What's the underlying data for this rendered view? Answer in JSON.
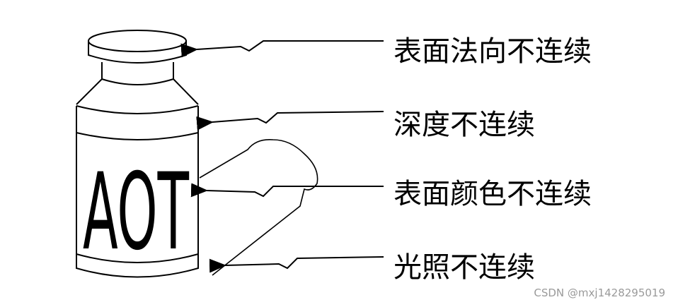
{
  "bottle": {
    "printed_text": "AOT"
  },
  "annotations": [
    {
      "id": "normal",
      "label": "表面法向不连续"
    },
    {
      "id": "depth",
      "label": "深度不连续"
    },
    {
      "id": "color",
      "label": "表面颜色不连续"
    },
    {
      "id": "lighting",
      "label": "光照不连续"
    }
  ],
  "watermark": "CSDN @mxj1428295019"
}
